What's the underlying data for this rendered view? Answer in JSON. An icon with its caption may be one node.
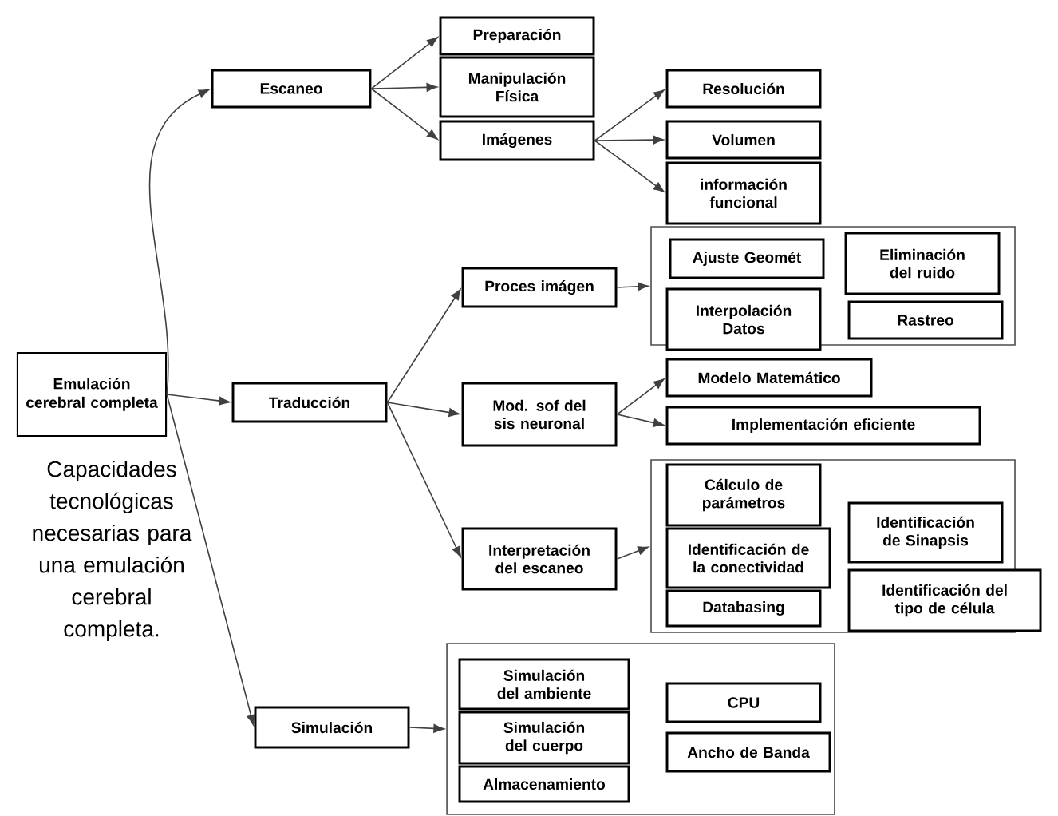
{
  "diagram": {
    "nodes": [
      {
        "text": [
          "Emulación cerebral completa"
        ]
      },
      {
        "text": [
          "Escaneo"
        ]
      },
      {
        "text": [
          "Preparación"
        ]
      },
      {
        "text": [
          "Manipulación Física"
        ]
      },
      {
        "text": [
          "Imágenes"
        ]
      },
      {
        "text": [
          "Resolución"
        ]
      },
      {
        "text": [
          "Volumen"
        ]
      },
      {
        "text": [
          "información funcional"
        ]
      },
      {
        "text": [
          "Traducción"
        ]
      },
      {
        "text": [
          "Proces  imágen"
        ]
      },
      {
        "text": [
          "Mod. sof del sis neuronal"
        ]
      },
      {
        "text": [
          "Interpretación del escaneo"
        ]
      },
      {
        "text": [],
        "shape": "box"
      },
      {
        "text": [
          "Ajuste Geomét"
        ],
        "in": 12
      },
      {
        "text": [
          "Eliminación del ruido"
        ],
        "in": 12
      },
      {
        "text": [
          "Interpolación Datos"
        ],
        "in": 12
      },
      {
        "text": [
          "Rastreo"
        ],
        "in": 12
      },
      {
        "text": [
          "Modelo Matemático"
        ]
      },
      {
        "text": [
          "Implementación eficiente"
        ]
      },
      {
        "text": [],
        "shape": "box"
      },
      {
        "text": [
          "Cálculo de parámetros"
        ],
        "in": 19
      },
      {
        "text": [
          "Identificación de la conectividad"
        ],
        "in": 19
      },
      {
        "text": [
          "Databasing"
        ],
        "in": 19
      },
      {
        "text": [
          "Identificación de Sinapsis"
        ],
        "in": 19
      },
      {
        "text": [
          "Identificación del tipo de célula"
        ]
      },
      {
        "text": [
          "Simulación"
        ]
      },
      {
        "text": [],
        "shape": "box"
      },
      {
        "text": [
          "Simulación del ambiente"
        ],
        "in": 26
      },
      {
        "text": [
          "Simulación del cuerpo"
        ],
        "in": 26
      },
      {
        "text": [
          "Almacenamiento"
        ],
        "in": 26
      },
      {
        "text": [
          "CPU"
        ],
        "in": 26
      },
      {
        "text": [
          "Ancho de Banda"
        ],
        "in": 26
      }
    ],
    "edges": [
      {
        "from": 0,
        "to": 1,
        "arrow": "to"
      },
      {
        "from": 0,
        "to": 8,
        "arrow": "to"
      },
      {
        "from": 0,
        "to": 25,
        "arrow": "to"
      },
      {
        "from": 1,
        "to": 2,
        "arrow": "to"
      },
      {
        "from": 1,
        "to": 3,
        "arrow": "to"
      },
      {
        "from": 1,
        "to": 4,
        "arrow": "to"
      },
      {
        "from": 4,
        "to": 5,
        "arrow": "to"
      },
      {
        "from": 4,
        "to": 6,
        "arrow": "to"
      },
      {
        "from": 4,
        "to": 7,
        "arrow": "to"
      },
      {
        "from": 8,
        "to": 9,
        "arrow": "to"
      },
      {
        "from": 8,
        "to": 10,
        "arrow": "to"
      },
      {
        "from": 8,
        "to": 11,
        "arrow": "to"
      },
      {
        "from": 9,
        "to": 12,
        "arrow": "to"
      },
      {
        "from": 10,
        "to": 17,
        "arrow": "to"
      },
      {
        "from": 10,
        "to": 18,
        "arrow": "to"
      },
      {
        "from": 11,
        "to": 19,
        "arrow": "to"
      },
      {
        "from": 25,
        "to": 26,
        "arrow": "to"
      }
    ],
    "labels": [
      "Capacidades tecnológicas necesarias para una emulación cerebral completa."
    ]
  }
}
